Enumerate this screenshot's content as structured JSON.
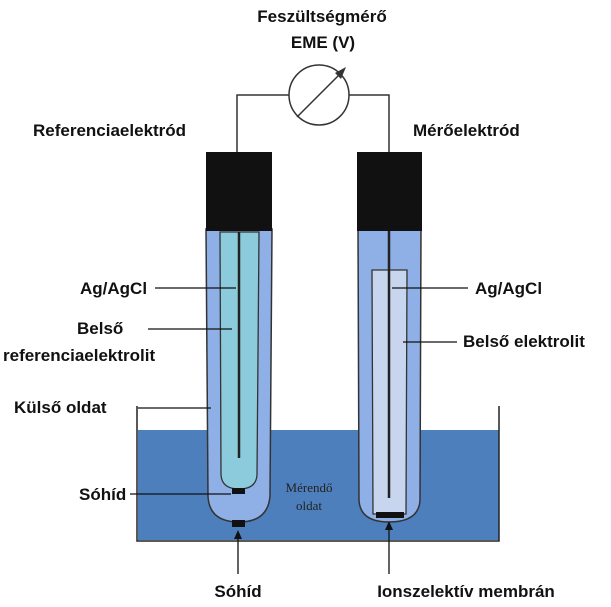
{
  "title": {
    "line1": "Feszültségmérő",
    "line2": "EME (V)"
  },
  "electrodes": {
    "reference": "Referenciaelektród",
    "measuring": "Mérőelektród"
  },
  "labels": {
    "ref_agagcl": "Ag/AgCl",
    "ref_inner_line1": "Belső",
    "ref_inner_line2": "referenciaelektrolit",
    "outer_solution": "Külső oldat",
    "salt_bridge_inner": "Sóhíd",
    "salt_bridge_bottom": "Sóhíd",
    "meas_agagcl": "Ag/AgCl",
    "meas_inner": "Belső elektrolit",
    "membrane": "Ionszelektív membrán",
    "sample_line1": "Mérendő",
    "sample_line2": "oldat"
  },
  "colors": {
    "beaker_solution": "#4e7fbd",
    "outer_tube": "#8fb0e6",
    "inner_reference": "#8ccbdb",
    "inner_measuring": "#c7d5ee",
    "cap": "#111111",
    "wire": "#333333"
  }
}
